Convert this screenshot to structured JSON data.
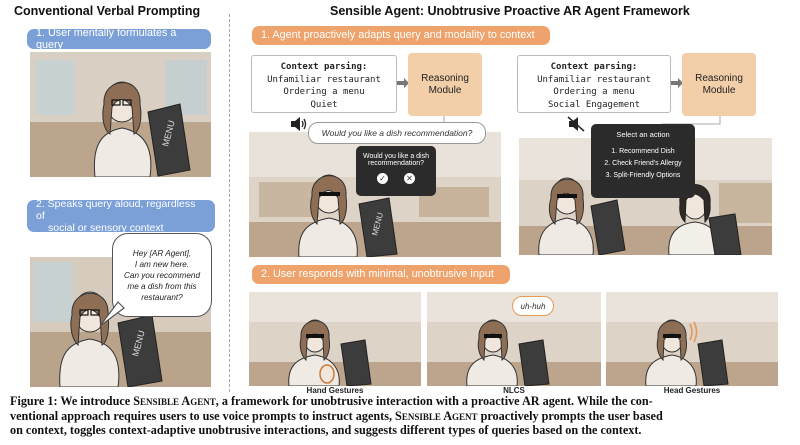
{
  "left": {
    "title": "Conventional Verbal Prompting",
    "step1": "1. User mentally formulates a query",
    "step2_line1": "2. Speaks query aloud, regardless of",
    "step2_line2": "social or sensory context",
    "speech": [
      "Hey [AR Agent],",
      "I am new here.",
      "Can you recommend",
      "me a dish from this",
      "restaurant?"
    ],
    "menu_label": "MENU"
  },
  "right": {
    "title": "Sensible Agent: Unobtrusive Proactive AR Agent Framework",
    "step1": "1. Agent proactively adapts query and modality to context",
    "step2": "2. User responds with minimal, unobtrusive input",
    "context_a": {
      "heading": "Context parsing:",
      "lines": [
        "Unfamiliar restaurant",
        "Ordering a menu",
        "Quiet"
      ]
    },
    "context_b": {
      "heading": "Context parsing:",
      "lines": [
        "Unfamiliar restaurant",
        "Ordering a menu",
        "Social Engagement"
      ]
    },
    "reasoning_label_1": "Reasoning",
    "reasoning_label_2": "Module",
    "voice_prompt": "Would you like a dish recommendation?",
    "card_prompt_1": "Would you like a dish",
    "card_prompt_2": "recommendation?",
    "action_title": "Select an action",
    "actions": [
      "1. Recommend Dish",
      "2. Check Friend's Allergy",
      "3. Split-Friendly Options"
    ],
    "uhhuh": "uh-huh",
    "modalities": [
      "Hand Gestures",
      "NLCS",
      "Head Gestures"
    ],
    "menu_label": "MENU"
  },
  "caption": {
    "p1": "Figure 1: We introduce ",
    "name1": "Sensible Agent",
    "p2": ", a framework for unobtrusive interaction with a proactive AR agent. While the con-",
    "p3": "ventional approach requires users to use voice prompts to instruct agents, ",
    "name2": "Sensible Agent",
    "p4": " proactively prompts the user based",
    "p5": "on context, toggles context-adaptive unobtrusive interactions, and suggests different types of queries based on the context."
  },
  "colors": {
    "blue_pill": "#7b9fd7",
    "orange_pill": "#eea36c",
    "reasoning": "#f2cfa9"
  }
}
